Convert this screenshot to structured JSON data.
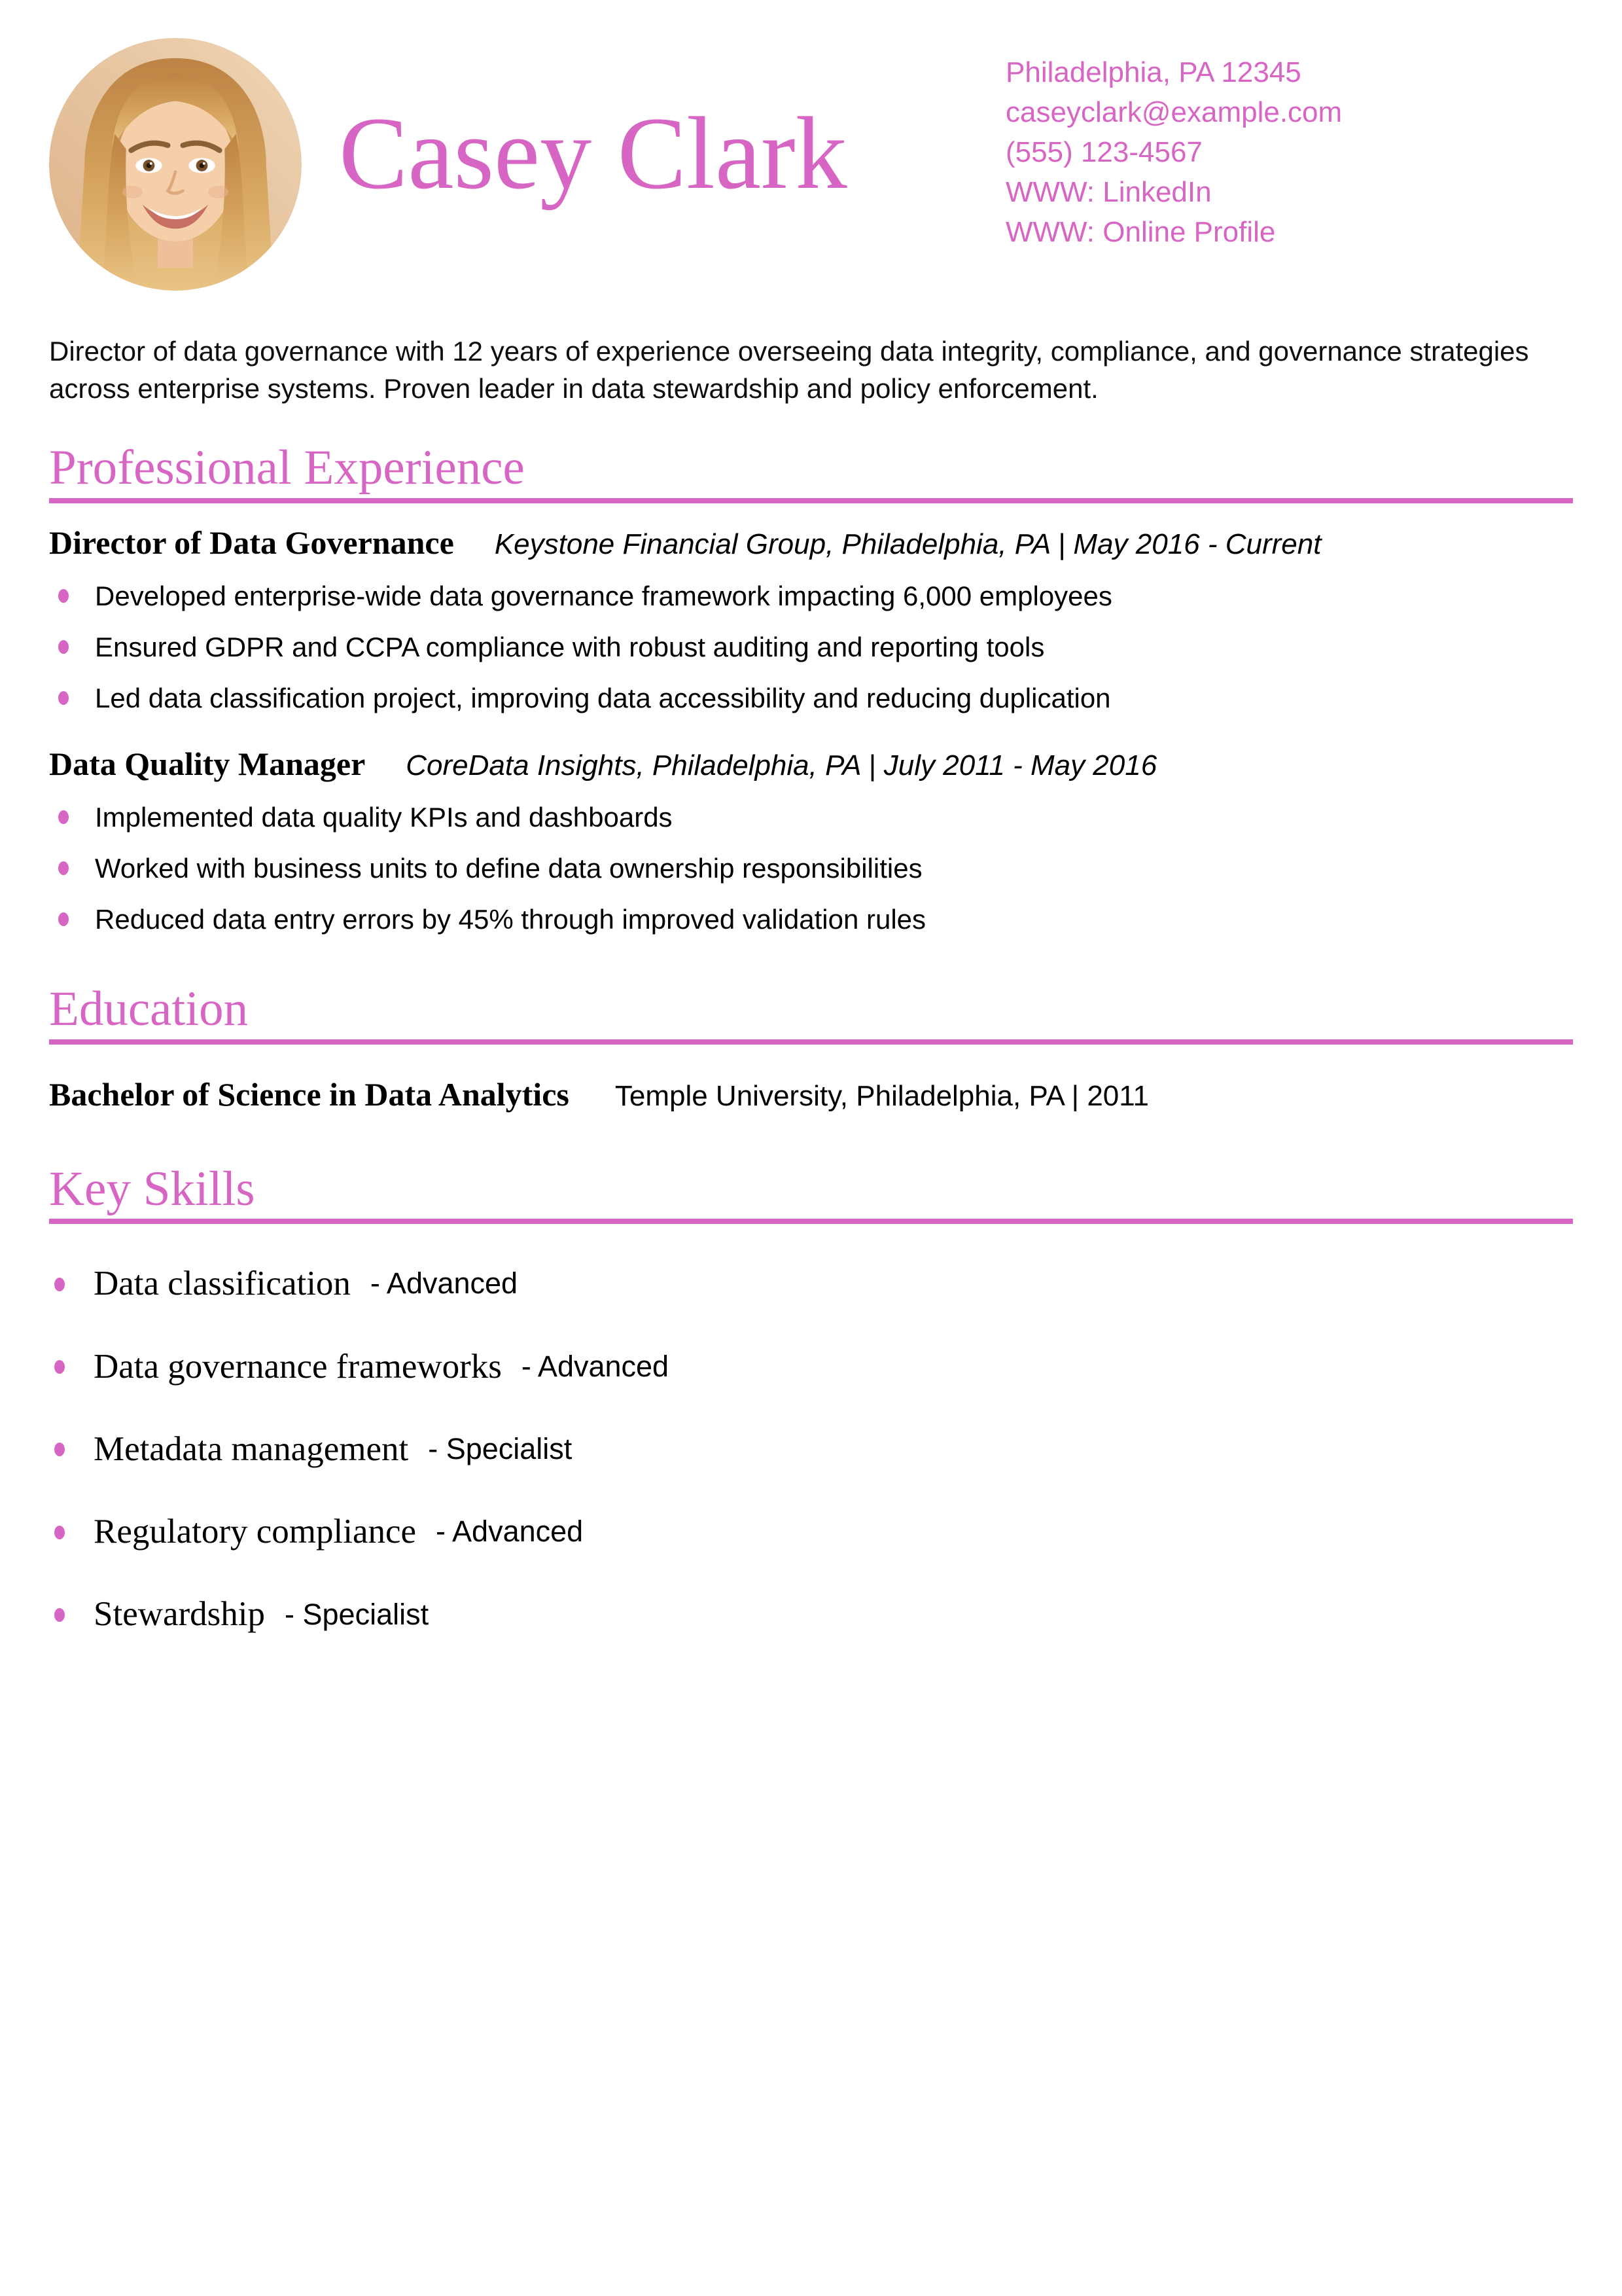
{
  "colors": {
    "accent": "#d765c3"
  },
  "header": {
    "name": "Casey Clark",
    "contact_lines": [
      "Philadelphia, PA 12345",
      "caseyclark@example.com",
      "(555) 123-4567",
      "WWW: LinkedIn",
      "WWW: Online Profile"
    ]
  },
  "summary": "Director of data governance with 12 years of experience overseeing data integrity, compliance, and governance strategies across enterprise systems. Proven leader in data stewardship and policy enforcement.",
  "experience": {
    "title": "Professional Experience",
    "jobs": [
      {
        "title": "Director of Data Governance",
        "meta": "Keystone Financial Group, Philadelphia, PA | May 2016 - Current",
        "bullets": [
          "Developed enterprise-wide data governance framework impacting 6,000 employees",
          "Ensured GDPR and CCPA compliance with robust auditing and reporting tools",
          "Led data classification project, improving data accessibility and reducing duplication"
        ]
      },
      {
        "title": "Data Quality Manager",
        "meta": "CoreData Insights, Philadelphia, PA | July 2011 - May 2016",
        "bullets": [
          "Implemented data quality KPIs and dashboards",
          "Worked with business units to define data ownership responsibilities",
          "Reduced data entry errors by 45% through improved validation rules"
        ]
      }
    ]
  },
  "education": {
    "title": "Education",
    "degree": "Bachelor of Science in Data Analytics",
    "meta": "Temple University, Philadelphia, PA | 2011"
  },
  "skills": {
    "title": "Key Skills",
    "items": [
      {
        "name": "Data classification",
        "level": "- Advanced"
      },
      {
        "name": "Data governance frameworks",
        "level": "- Advanced"
      },
      {
        "name": "Metadata management",
        "level": "- Specialist"
      },
      {
        "name": "Regulatory compliance",
        "level": "- Advanced"
      },
      {
        "name": "Stewardship",
        "level": "- Specialist"
      }
    ]
  }
}
